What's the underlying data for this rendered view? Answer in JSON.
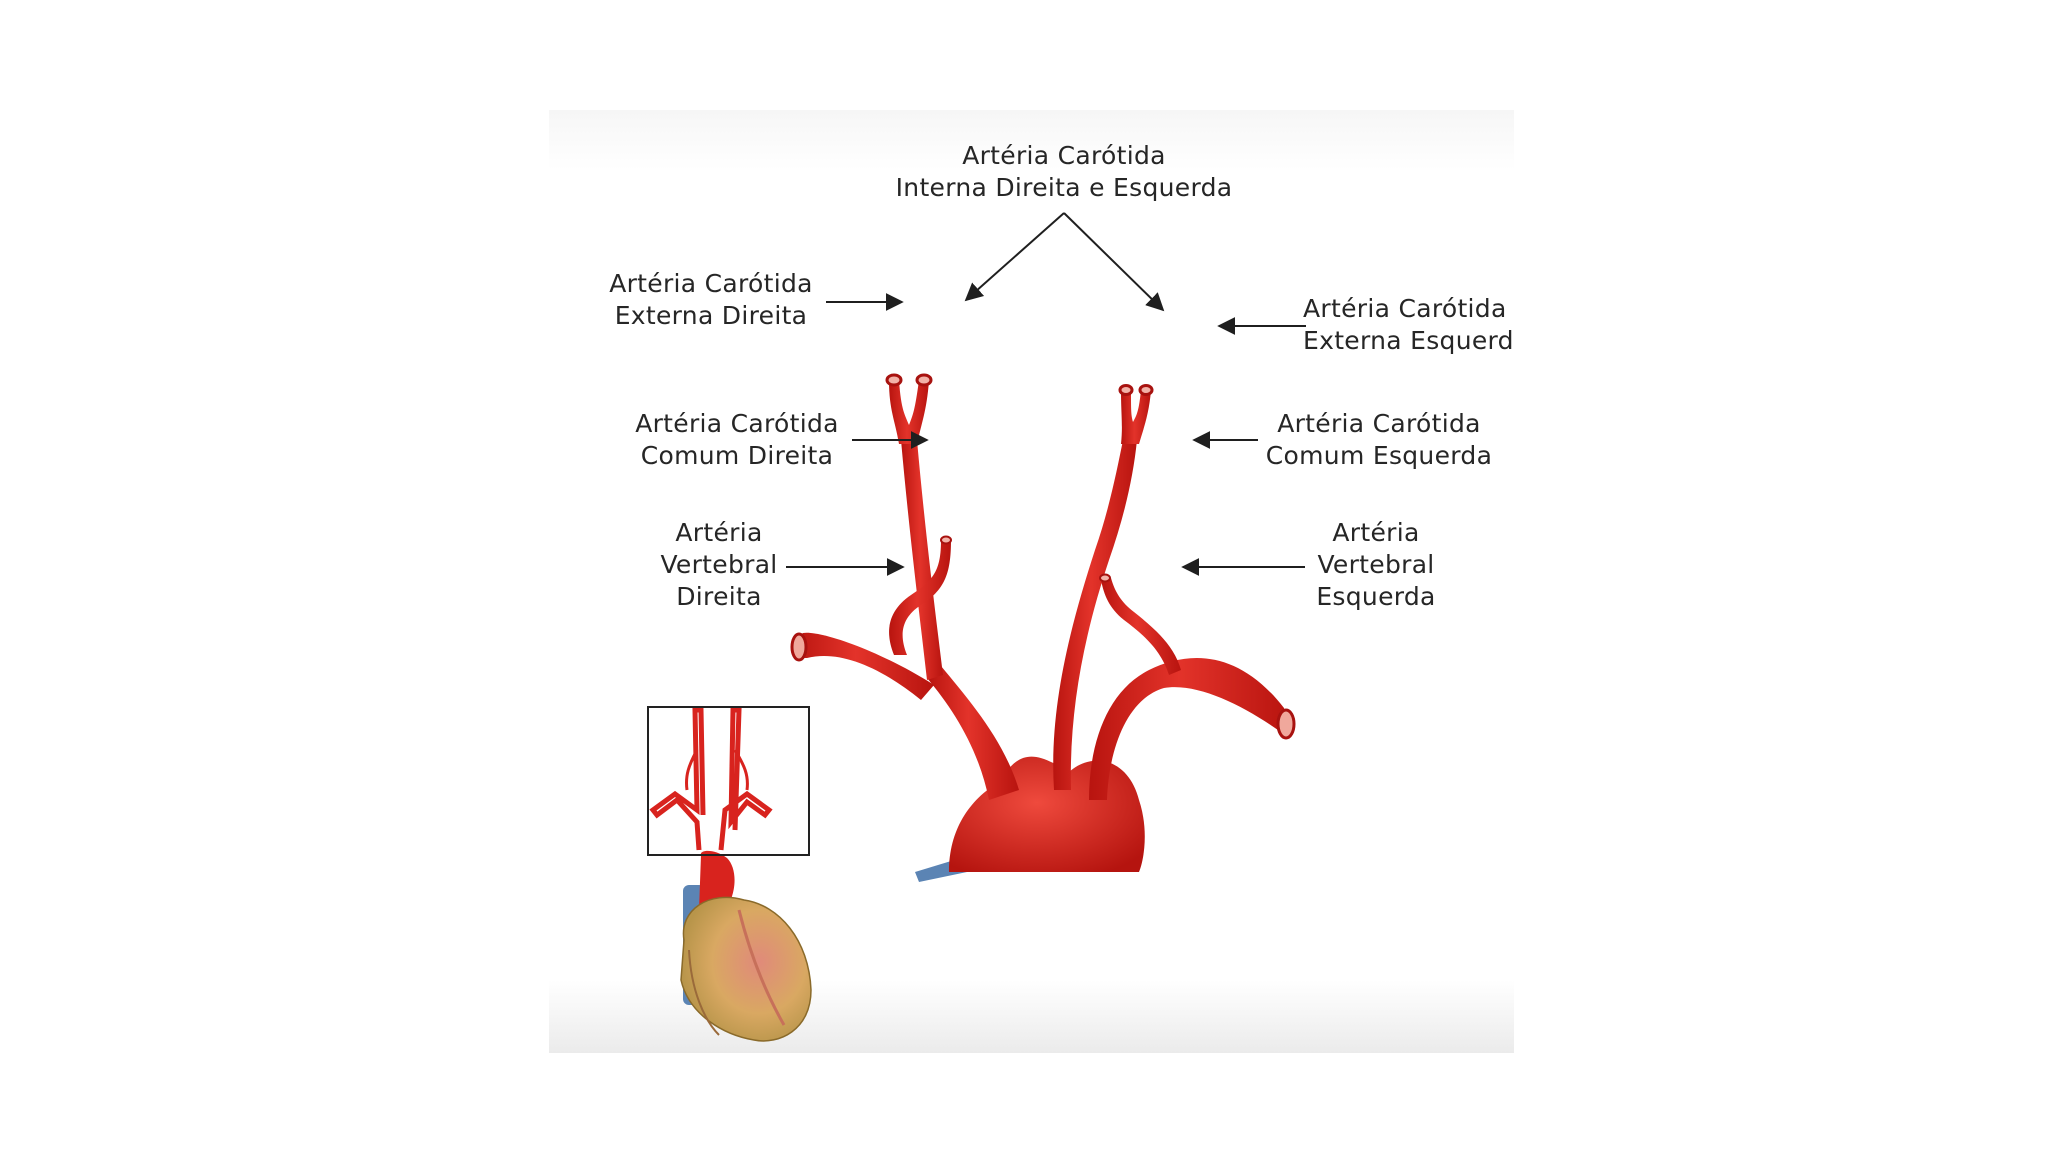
{
  "labels": {
    "internal_carotid": "Artéria Carótida\nInterna Direita e Esquerda",
    "ext_carotid_right": "Artéria Carótida\nExterna Direita",
    "ext_carotid_left": "Artéria Carótida\nExterna Esquerda",
    "common_carotid_right": "Artéria Carótida\nComum Direita",
    "common_carotid_left": "Artéria Carótida\nComum Esquerda",
    "vertebral_right": "Artéria\nVertebral\nDireita",
    "vertebral_left": "Artéria\nVertebral\nEsquerda"
  },
  "colors": {
    "artery": "#d8231e",
    "artery_dark": "#a8120f",
    "artery_light": "#ec5a4c",
    "vein": "#5b84b4",
    "heart_muscle": "#d9b96a",
    "arrow": "#1f1f1f"
  }
}
